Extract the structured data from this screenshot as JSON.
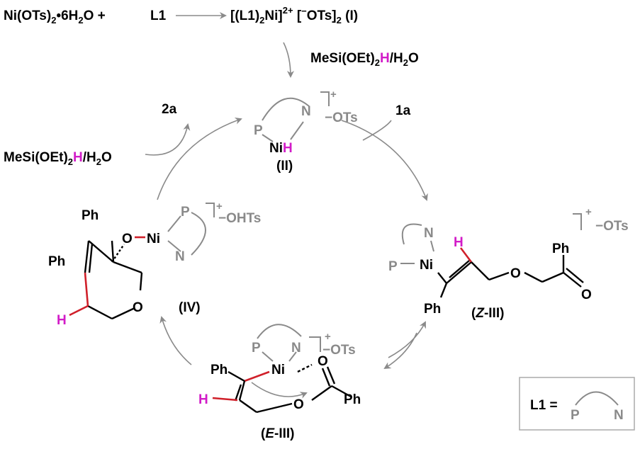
{
  "top_equation": {
    "reactant": [
      "Ni(OTs)",
      "2",
      "•6H",
      "2",
      "O +"
    ],
    "ligand": "L1",
    "product": [
      "[(L1)",
      "2",
      "Ni]",
      "2+",
      " [",
      "−",
      "OTs]",
      "2",
      " (I)"
    ]
  },
  "reagent_silane": {
    "parts": [
      "MeSi(OEt)",
      "2",
      "H",
      "/H",
      "2",
      "O"
    ]
  },
  "complex_II": {
    "P": "P",
    "N": "N",
    "Ni": "Ni",
    "H": "H",
    "charge": "+",
    "counterion": "−OTs",
    "label": "(II)"
  },
  "substrate_label": "1a",
  "product_label": "2a",
  "complex_IV": {
    "Ph1": "Ph",
    "Ph2": "Ph",
    "O_link": "O",
    "Ni": "Ni",
    "P": "P",
    "N": "N",
    "O_ring": "O",
    "H": "H",
    "charge": "+",
    "counterion": "−OHTs",
    "label": "(IV)"
  },
  "complex_ZIII": {
    "N": "N",
    "P": "P",
    "Ni": "Ni",
    "H": "H",
    "Ph1": "Ph",
    "Ph2": "Ph",
    "O_ether": "O",
    "O_ketone": "O",
    "charge": "+",
    "counterion": "−OTs",
    "label_pre": "(",
    "label_italic": "Z",
    "label_post": "-III)"
  },
  "complex_EIII": {
    "P": "P",
    "N": "N",
    "Ni": "Ni",
    "O_ketone": "O",
    "Ph1": "Ph",
    "Ph2": "Ph",
    "H": "H",
    "O_ether": "O",
    "charge": "+",
    "counterion": "−OTs",
    "label_pre": "(",
    "label_italic": "E",
    "label_post": "-III)"
  },
  "legend": {
    "label": "L1 =",
    "P": "P",
    "N": "N"
  },
  "colors": {
    "hydride": "#d21cc8",
    "new_bond": "#d0202a",
    "arrows": "#8a8a8a"
  }
}
